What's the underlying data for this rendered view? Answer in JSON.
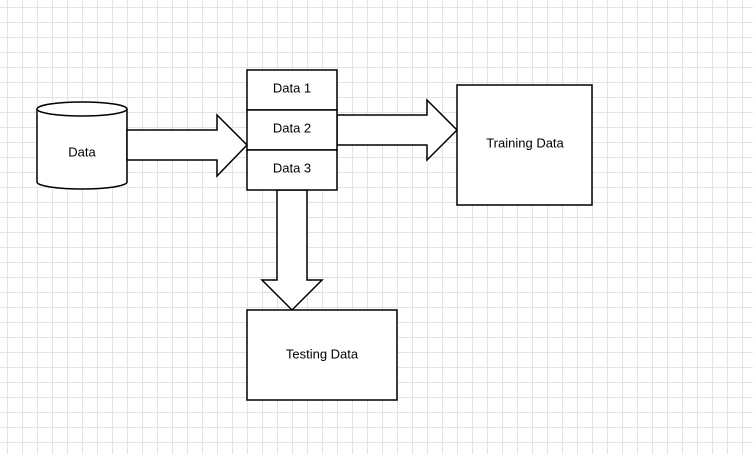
{
  "diagram": {
    "source": {
      "label": "Data"
    },
    "split": {
      "rows": [
        {
          "label": "Data 1"
        },
        {
          "label": "Data 2"
        },
        {
          "label": "Data 3"
        }
      ]
    },
    "training": {
      "label": "Training Data"
    },
    "testing": {
      "label": "Testing Data"
    }
  }
}
